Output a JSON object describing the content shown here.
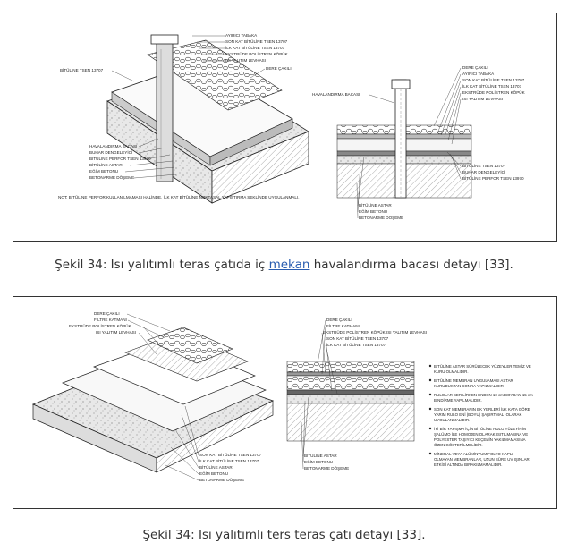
{
  "figure1": {
    "iso_labels_right": [
      "AYIRICI TABAKA",
      "SON KAT BİTÜLİNE   TSEN 13707",
      "İLK KAT BİTÜLİNE   TSEN 13707",
      "EKSTRÜDE POLİSTREN KÖPÜK",
      "ISI YALITIM LEVHASI"
    ],
    "iso_dere": "DERE ÇAKILI",
    "iso_bitu_left": "BİTÜLİNE   TSEN 13707",
    "iso_labels_bottom": [
      "HAVALANDIRMA BACASI",
      "BUHAR DENGELEYİCİ",
      "BİTÜLİNE PERFOR   TSEN 13970",
      "BİTÜLİNE ASTAR",
      "EĞİM BETONU",
      "BETONARME DÖŞEME"
    ],
    "note": "NOT: BİTÜLİNE PERFOR   KULLANILMAMASI HALİNDE, İLK KAT BİTÜLİNE NOKTASAL YAPIŞTIRMA ŞEKLİNDE UYGULANMALI.",
    "sec_left": "HAVALANDIRMA BACASI",
    "sec_labels_top": [
      "DERE ÇAKILI",
      "AYIRICI TABAKA",
      "SON KAT BİTÜLİNE   TSEN 13707",
      "İLK KAT BİTÜLİNE   TSEN 13707",
      "EKSTRÜDE POLİSTREN KÖPÜK",
      "ISI YALITIM LEVHASI"
    ],
    "sec_labels_mid": [
      "BİTÜLİNE   TSEN 13707",
      "BUHAR DENGELEYİCİ",
      "BİTÜLİNE PERFOR   TSEN 13970"
    ],
    "sec_labels_bottom": [
      "BİTÜLİNE ASTAR",
      "EĞİM BETONU",
      "BETONARME DÖŞEME"
    ]
  },
  "caption1": {
    "prefix": "Şekil 34:",
    "text_before": " Isı yalıtımlı teras çatıda iç ",
    "link": "mekan",
    "text_after": " havalandırma bacası detayı [33]."
  },
  "figure2": {
    "iso_labels_top": [
      "DERE ÇAKILI",
      "FİLTRE KATMANI",
      "EKSTRÜDE POLİSTREN KÖPÜK",
      "ISI YALITIM LEVHASI"
    ],
    "iso_labels_bottom": [
      "SON KAT BİTÜLİNE   TSEN 13707",
      "İLK KAT BİTÜLİNE   TSEN 13707",
      "BİTÜLİNE ASTAR",
      "EĞİM BETONU",
      "BETONARME DÖŞEME"
    ],
    "sec_labels_top": [
      "DERE ÇAKILI",
      "FİLTRE KATMANI",
      "EKSTRÜDE POLİSTREN KÖPÜK ISI YALITIM LEVHASI",
      "SON KAT BİTÜLİNE   TSEN 13707",
      "İLK KAT BİTÜLİNE   TSEN 13707"
    ],
    "sec_labels_bottom": [
      "BİTÜLİNE ASTAR",
      "EĞİM BETONU",
      "BETONARME DÖŞEME"
    ],
    "bullets": [
      [
        "BİTÜLİNE ASTAR SÜRÜLECEK YÜZEYLER TEMİZ VE",
        "KURU OLMALIDIR."
      ],
      [
        "BİTÜLİNE MEMBRAN UYGULAMASI ASTAR",
        "KURUDUKTAN SONRA YAPILMALIDIR."
      ],
      [
        "RULOLAR SERİLİRKEN ENDEN 10 cm BOYDAN 15 cm",
        "BİNDİRME YAPILMALIDIR."
      ],
      [
        "SON KAT MEMBRANIN EK YERLERİ İLK KATA GÖRE",
        "YARIM RULO ENİ (BOYU) ŞAŞIRTMALI OLARAK",
        "UYGULANMALIDIR."
      ],
      [
        "İYİ BİR YAPIŞMA İÇİN BİTÜLİNE RULO YÜZEYİNİN",
        "ŞALÜMO İLE HOMOJEN OLARAK ISITILMASINA VE",
        "POLYESTER TAŞIYICI KEÇENİN YAKILMAMASINA",
        "ÖZEN GÖSTERİLMELİDİR."
      ],
      [
        "MİNERAL VEYA ALÜMİNYUM FOLYO KAPLI",
        "OLMAYAN MEMBRANLAR, UZUN SÜRE UV IŞINLARI",
        "ETKİSİ ALTINDA BIRAKILMAMALIDIR."
      ]
    ]
  },
  "caption2": {
    "prefix": "Şekil 34:",
    "text": " Isı yalıtımlı ters teras çatı detayı [33]."
  }
}
